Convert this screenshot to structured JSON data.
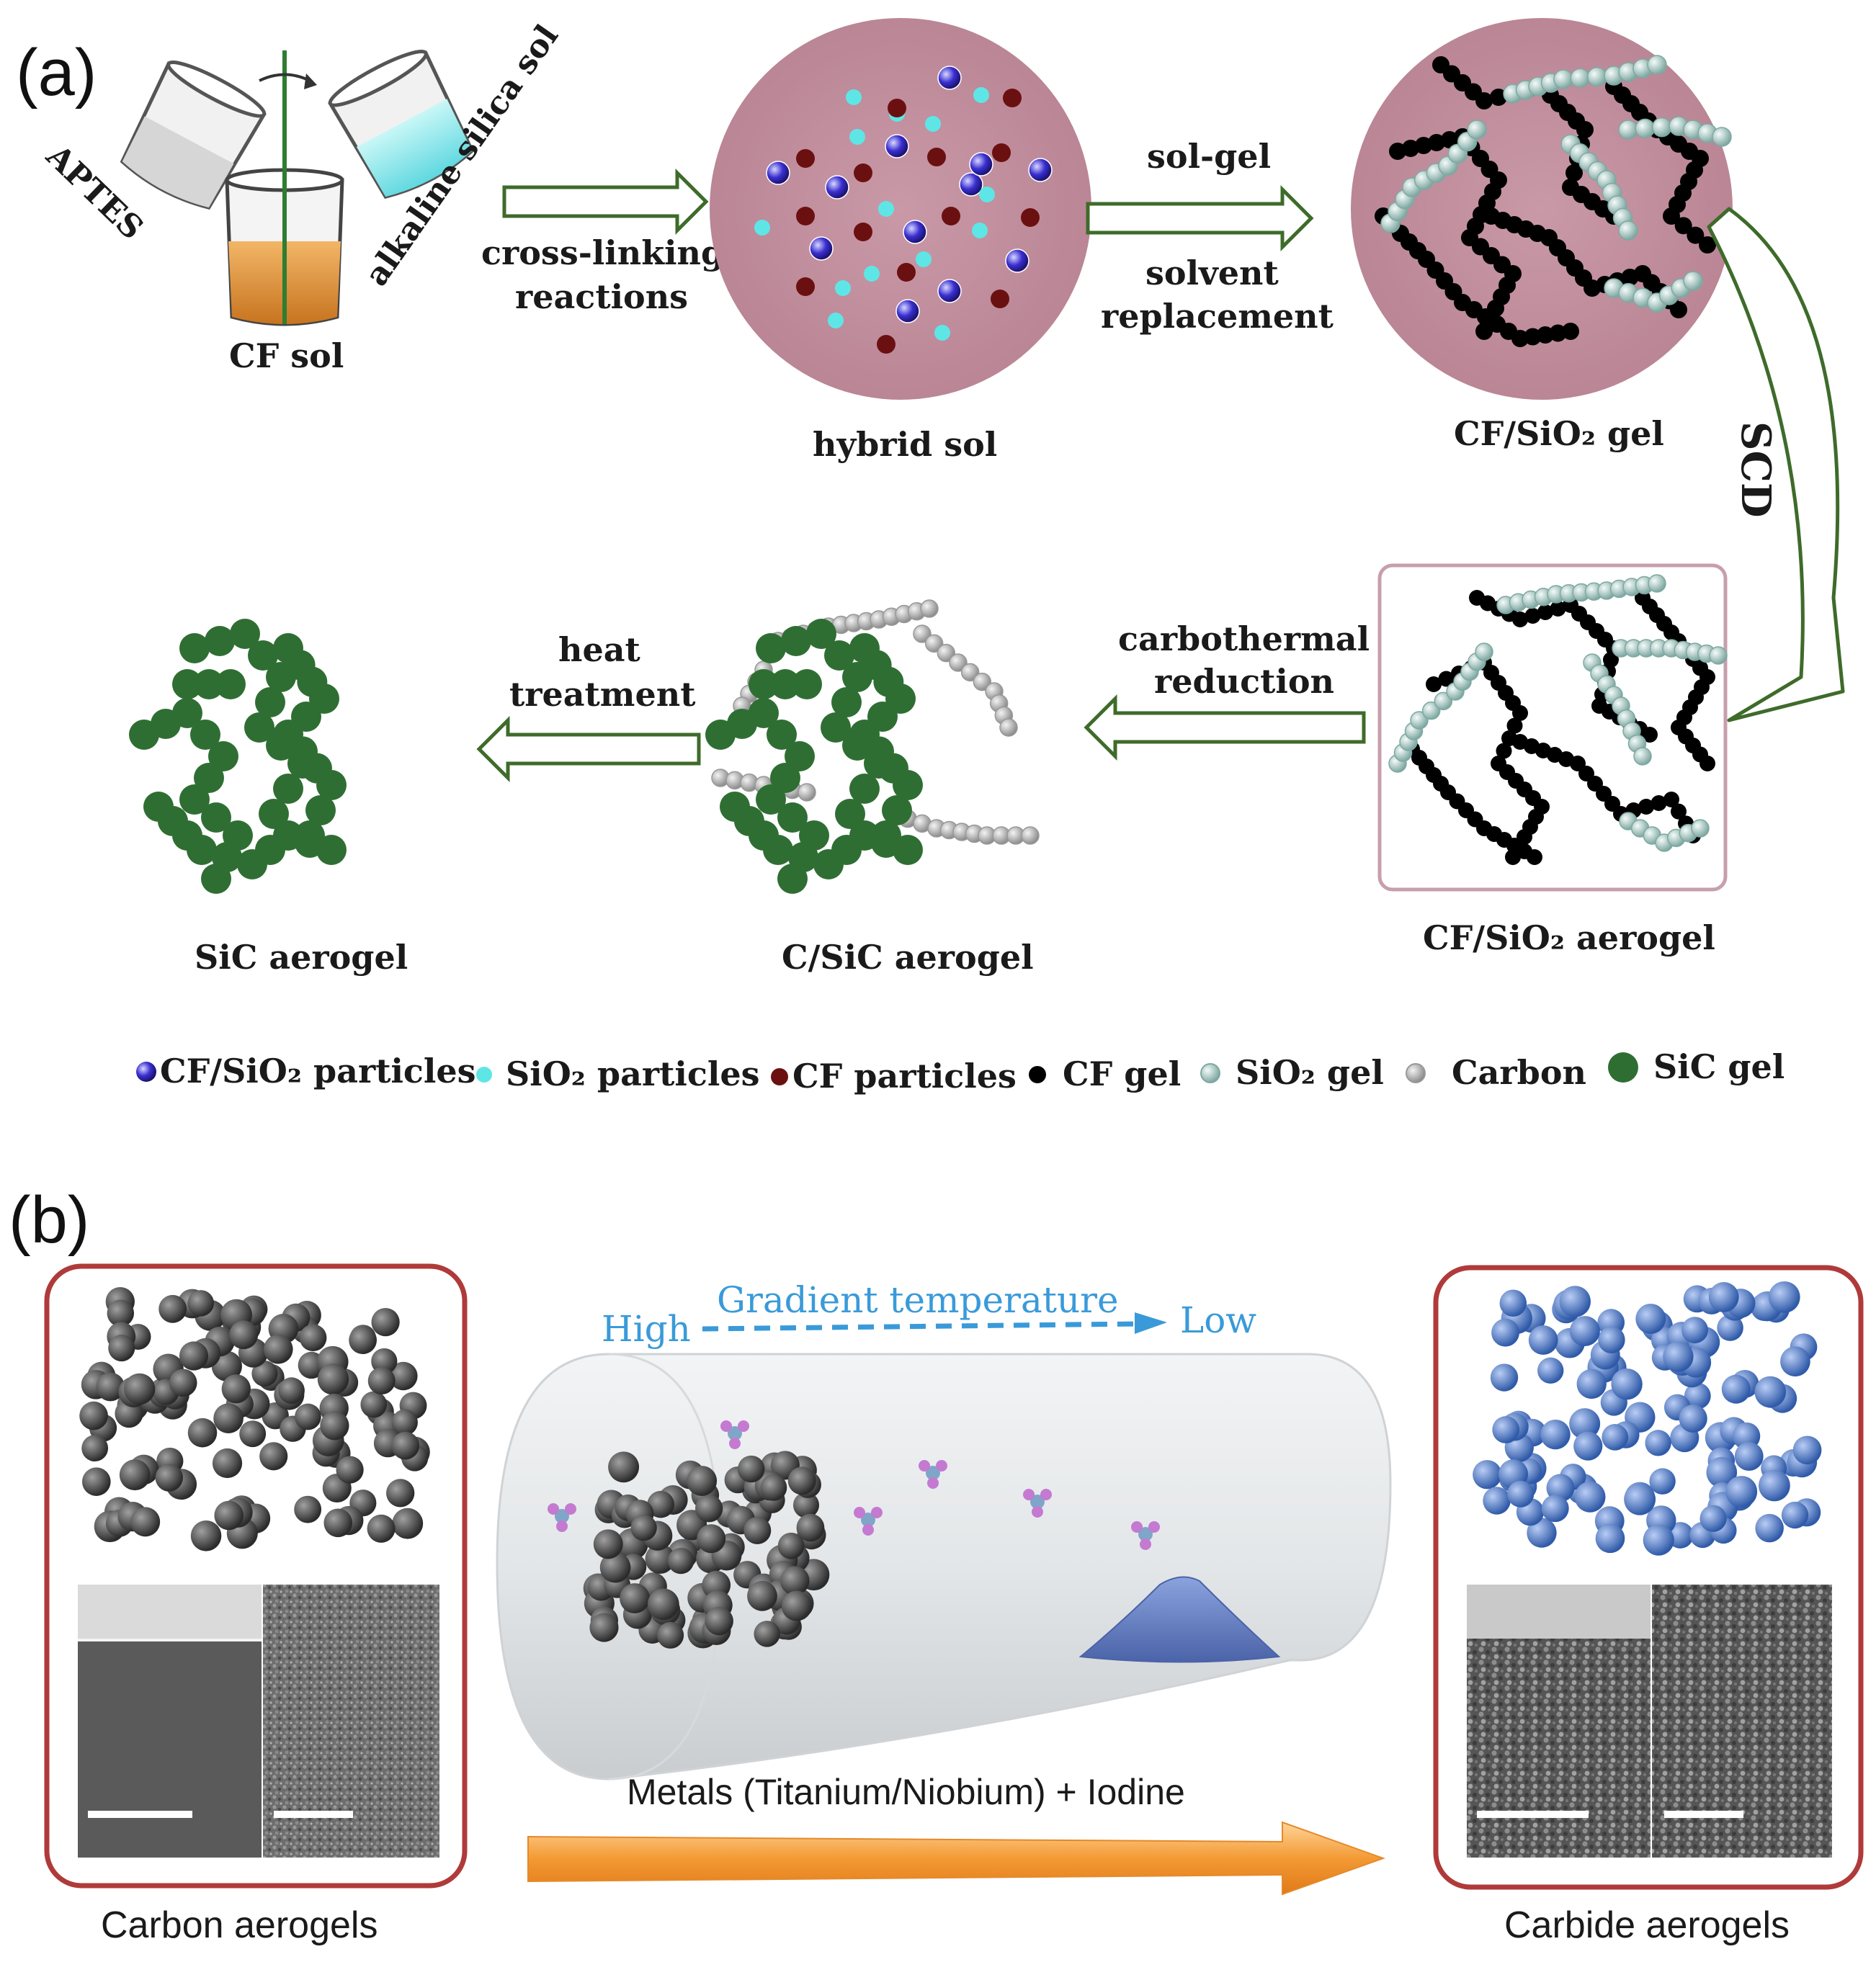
{
  "panel_a": {
    "label": "(a)",
    "aptes": "APTES",
    "alkaline_silica_sol": "alkaline silica sol",
    "cf_sol": "CF sol",
    "cross_linking_1": "cross-linking",
    "cross_linking_2": "reactions",
    "hybrid_sol": "hybrid sol",
    "sol_gel": "sol-gel",
    "solvent_1": "solvent",
    "solvent_2": "replacement",
    "cf_sio2_gel": "CF/SiO₂ gel",
    "scd": "SCD",
    "cf_sio2_aerogel": "CF/SiO₂ aerogel",
    "carbothermal_1": "carbothermal",
    "carbothermal_2": "reduction",
    "c_sic_aerogel": "C/SiC aerogel",
    "heat_1": "heat",
    "heat_2": "treatment",
    "sic_aerogel": "SiC aerogel",
    "legend": [
      {
        "label": "CF/SiO₂ particles",
        "color": "#3a2fd0"
      },
      {
        "label": "SiO₂ particles",
        "color": "#5ee6e6"
      },
      {
        "label": "CF particles",
        "color": "#6b1010"
      },
      {
        "label": "CF gel",
        "color": "#000000"
      },
      {
        "label": "SiO₂ gel",
        "color": "#b5d4cf"
      },
      {
        "label": "Carbon",
        "color": "#c8c8c8"
      },
      {
        "label": "SiC gel",
        "color": "#2f6e33"
      }
    ]
  },
  "panel_b": {
    "label": "(b)",
    "gradient_temperature": "Gradient temperature",
    "high": "High",
    "low": "Low",
    "metals_iodine": "Metals (Titanium/Niobium) + Iodine",
    "carbon_aerogels": "Carbon aerogels",
    "carbide_aerogels": "Carbide aerogels"
  },
  "colors": {
    "arrow_green": "#3e6b2a",
    "sol_pink": "#c48e9e",
    "sic_green": "#2f6e33",
    "frame_red": "#b03a3a",
    "gradient_blue": "#3a9ad9",
    "carbide_blue": "#4a74c8",
    "orange_arrow": "#f0a040"
  }
}
